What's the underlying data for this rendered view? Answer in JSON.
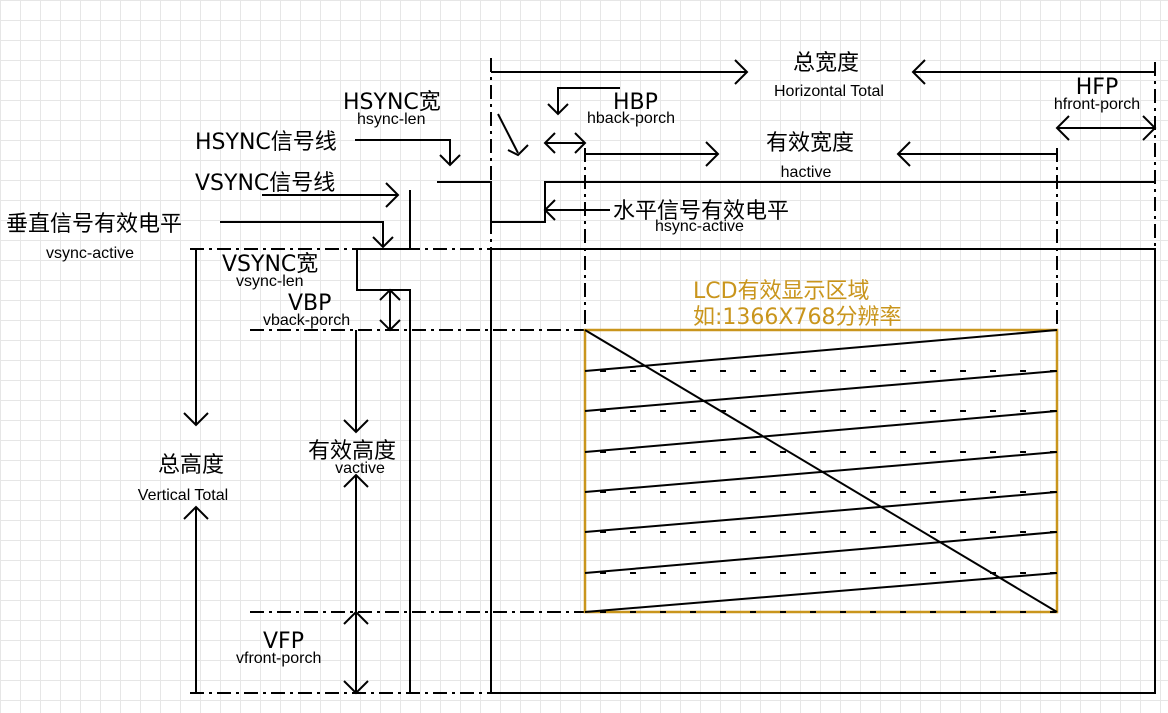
{
  "labels": {
    "total_width": "总宽度",
    "horizontal_total": "Horizontal Total",
    "hfp": "HFP",
    "hfront_porch": "hfront-porch",
    "hsync_width": "HSYNC宽",
    "hsync_len": "hsync-len",
    "hbp": "HBP",
    "hback_porch": "hback-porch",
    "hsync_signal": "HSYNC信号线",
    "active_width": "有效宽度",
    "hactive": "hactive",
    "vsync_signal": "VSYNC信号线",
    "h_active_level": "水平信号有效电平",
    "hsync_active": "hsync-active",
    "v_active_level": "垂直信号有效电平",
    "vsync_active": "vsync-active",
    "vsync_width": "VSYNC宽",
    "vsync_len": "vsync-len",
    "vbp": "VBP",
    "vback_porch": "vback-porch",
    "lcd_area": "LCD有效显示区域",
    "resolution": "如:1366X768分辨率",
    "total_height": "总高度",
    "vertical_total": "Vertical Total",
    "active_height": "有效高度",
    "vactive": "vactive",
    "vfp": "VFP",
    "vfront_porch": "vfront-porch"
  },
  "colors": {
    "line": "#000000",
    "lcd_highlight": "#c9951c",
    "grid": "#e6e6e6"
  }
}
